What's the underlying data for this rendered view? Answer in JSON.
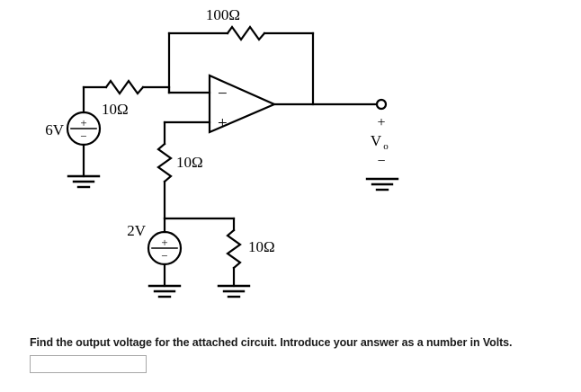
{
  "circuit": {
    "title_alt": "Operational amplifier circuit",
    "components": {
      "feedback_resistor": {
        "name": "feedback-resistor",
        "label": "100Ω",
        "value": 100,
        "unit": "ohm"
      },
      "input_resistor_top": {
        "name": "input-resistor-inverting",
        "label": "10Ω",
        "value": 10,
        "unit": "ohm"
      },
      "input_resistor_mid": {
        "name": "input-resistor-noninverting",
        "label": "10Ω",
        "value": 10,
        "unit": "ohm"
      },
      "load_resistor": {
        "name": "load-resistor",
        "label": "10Ω",
        "value": 10,
        "unit": "ohm"
      },
      "source_top": {
        "name": "voltage-source-6v",
        "label": "6V",
        "value": 6,
        "unit": "volt",
        "polarity": "±"
      },
      "source_bottom": {
        "name": "voltage-source-2v",
        "label": "2V",
        "value": 2,
        "unit": "volt",
        "polarity": "±"
      },
      "opamp": {
        "name": "operational-amplifier",
        "inverting_sign": "−",
        "noninverting_sign": "+"
      },
      "output_terminal": {
        "name": "output-terminal",
        "plus_sign": "+",
        "minus_sign": "−",
        "label_main": "V",
        "label_sub": "o"
      }
    },
    "colors": {
      "wire": "#000000",
      "background": "#ffffff",
      "text": "#000000"
    }
  },
  "question": {
    "prompt": "Find the output voltage for the attached circuit. Introduce your answer as a number in Volts.",
    "answer_value": "",
    "answer_placeholder": ""
  }
}
